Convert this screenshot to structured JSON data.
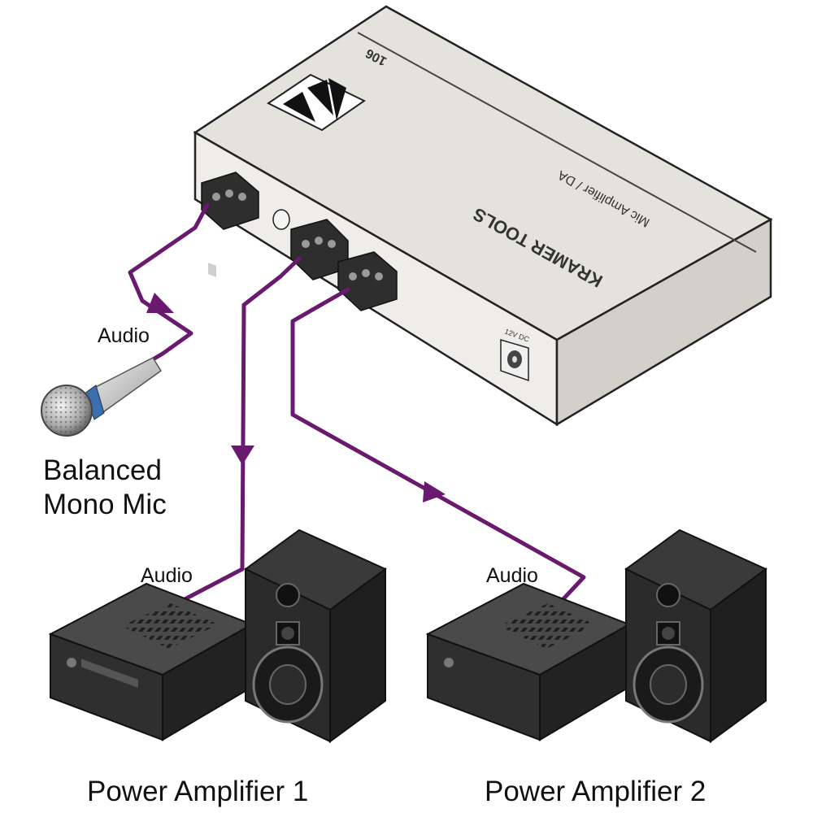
{
  "device": {
    "model": "106",
    "brand": "KRAMER TOOLS",
    "subtitle": "Mic Amplifier / DA",
    "power_label": "12V DC"
  },
  "labels": {
    "audio_mic": "Audio",
    "mic_line1": "Balanced",
    "mic_line2": "Mono Mic",
    "audio_amp1": "Audio",
    "audio_amp2": "Audio",
    "amp1": "Power Amplifier 1",
    "amp2": "Power Amplifier 2"
  },
  "colors": {
    "cable": "#6a1a6e",
    "device_top": "#e4e2dd",
    "device_front": "#efede9",
    "device_side": "#cfccc6",
    "outline": "#222222",
    "speaker_body": "#2b2b2b",
    "amp_body": "#3a3a3a"
  }
}
